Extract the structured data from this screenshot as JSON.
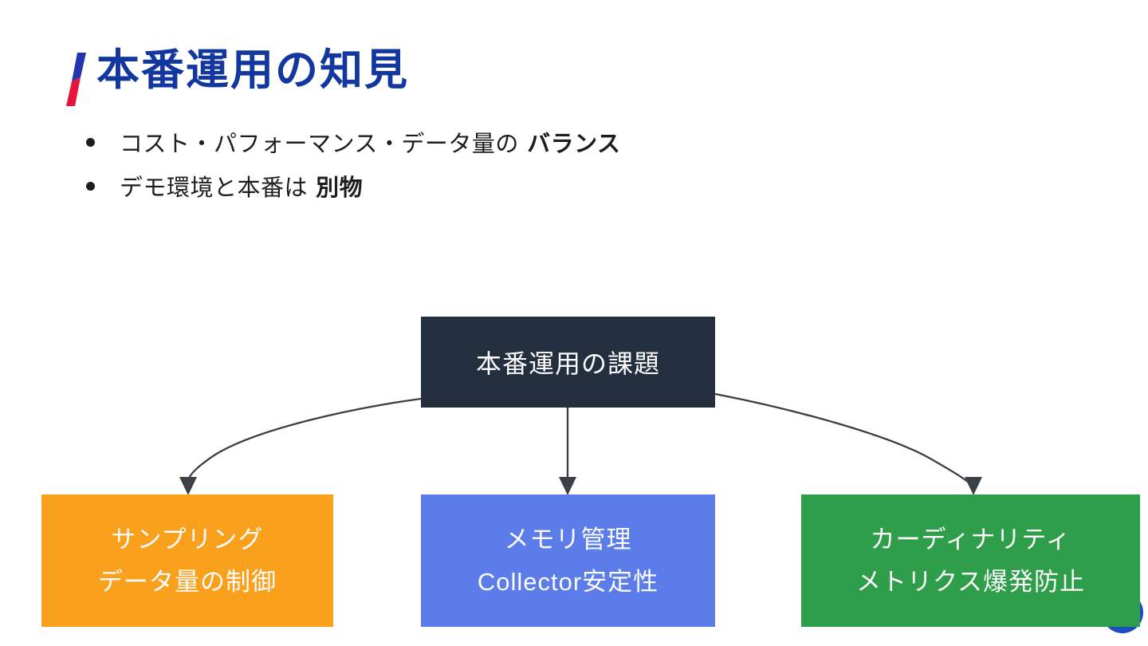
{
  "slide": {
    "title": "本番運用の知見",
    "title_color": "#12379F",
    "accent": {
      "slash_blue": "#2433AE",
      "slash_red": "#E8133D"
    },
    "bullets": [
      {
        "text": "コスト・パフォーマンス・データ量の",
        "bold": "バランス"
      },
      {
        "text": "デモ環境と本番は",
        "bold": "別物"
      }
    ],
    "diagram": {
      "root": {
        "label": "本番運用の課題",
        "bg": "#232F3E"
      },
      "arrow_color": "#3B4046",
      "children": [
        {
          "line1": "サンプリング",
          "line2": "データ量の制御",
          "bg": "#F9A01C"
        },
        {
          "line1": "メモリ管理",
          "line2": "Collector安定性",
          "bg": "#5B7CE9"
        },
        {
          "line1": "カーディナリティ",
          "line2": "メトリクス爆発防止",
          "bg": "#2F9E4A"
        }
      ],
      "badge_color": "#1A4FC4"
    }
  }
}
